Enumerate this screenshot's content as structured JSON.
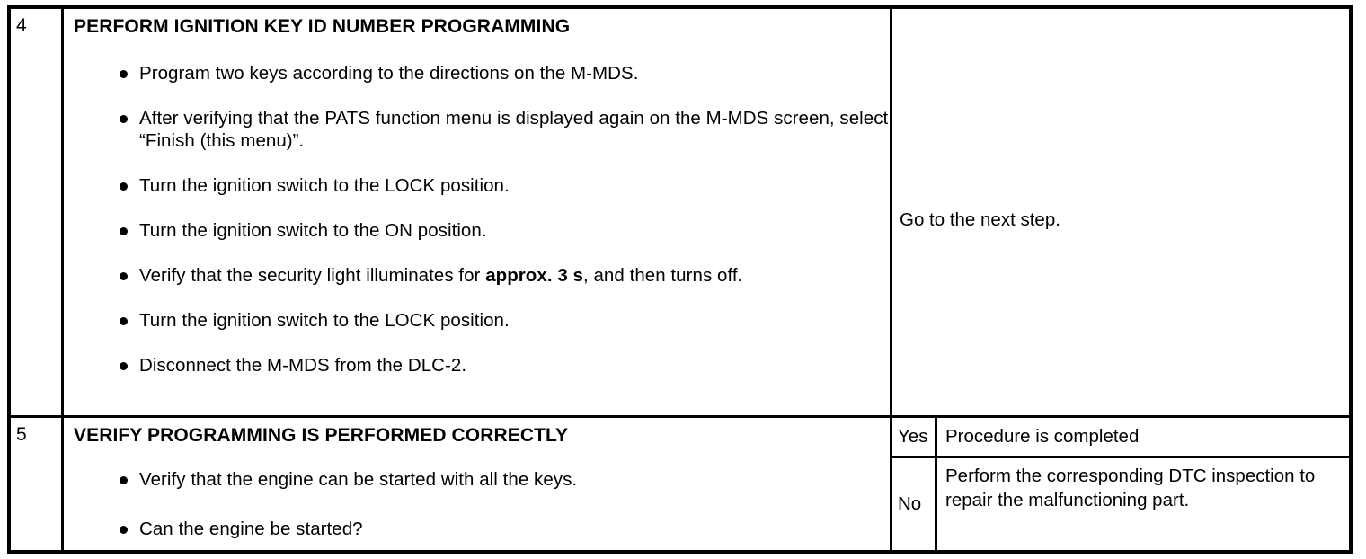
{
  "document": {
    "type": "diagnostic-procedure-table",
    "column_headers_visible": false
  },
  "steps": [
    {
      "number": "4",
      "title": "PERFORM IGNITION KEY ID NUMBER PROGRAMMING",
      "bullets": [
        {
          "text": "Program two keys according to the directions on the M-MDS."
        },
        {
          "text": "After verifying that the PATS function menu is displayed again on the M-MDS screen, select “Finish (this menu)”."
        },
        {
          "text": "Turn the ignition switch to the LOCK position."
        },
        {
          "text": "Turn the ignition switch to the ON position."
        },
        {
          "text_before": "Verify that the security light illuminates for ",
          "bold": "approx. 3 s",
          "text_after": ", and then turns off."
        },
        {
          "text": "Turn the ignition switch to the LOCK position."
        },
        {
          "text": "Disconnect the M-MDS from the DLC-2."
        }
      ],
      "result": {
        "kind": "single",
        "text": "Go to the next step."
      }
    },
    {
      "number": "5",
      "title": "VERIFY PROGRAMMING IS PERFORMED CORRECTLY",
      "bullets": [
        {
          "text": "Verify that the engine can be started with all the keys."
        },
        {
          "text": "Can the engine be started?"
        }
      ],
      "result": {
        "kind": "yes-no",
        "yes_label": "Yes",
        "yes_text": "Procedure is completed",
        "no_label": "No",
        "no_text": "Perform the corresponding DTC inspection to repair the malfunctioning part."
      }
    }
  ],
  "colors": {
    "rule": "#000000",
    "text": "#000000",
    "background": "#ffffff"
  }
}
